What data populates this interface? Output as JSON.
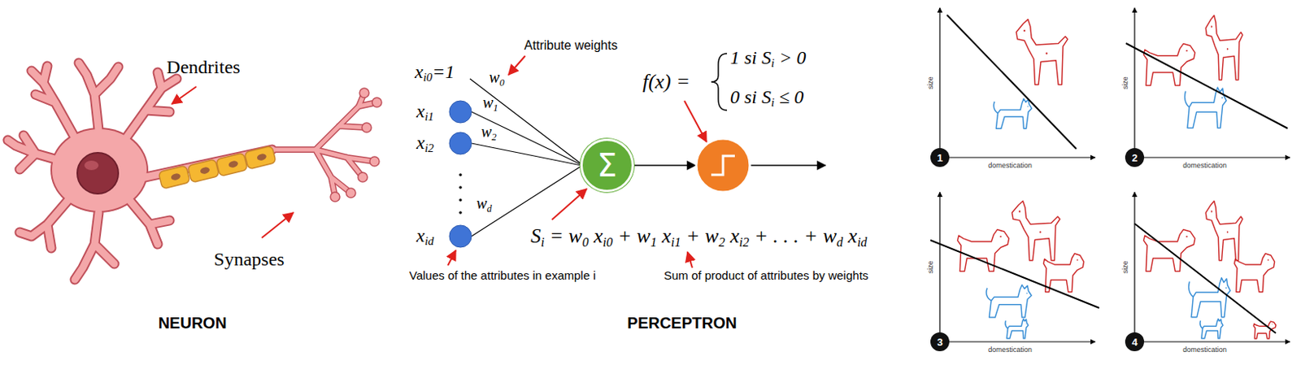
{
  "diagram": {
    "nodes": [
      {
        "text": [
          "Σ"
        ]
      },
      {
        "text": [
          "1"
        ]
      },
      {
        "text": [
          "2"
        ]
      },
      {
        "text": [
          "3"
        ]
      },
      {
        "text": [
          "4"
        ]
      }
    ],
    "labels": [
      "Dendrites",
      "Synapses",
      "NEURON",
      "Attribute weights",
      "xi0=1",
      "w0",
      "xi1",
      "w1",
      "xi2",
      "w2",
      "wd",
      "xid",
      "f(x) =",
      "1 si Si > 0",
      "0 si Si ≤ 0",
      "Si = w0 xi0 + w1 xi1 + w2 xi2 + . . . + wd xid",
      "Values of the attributes in example i",
      "Sum of product of attributes by weights",
      "PERCEPTRON",
      "size",
      "domestication",
      "size",
      "domestication",
      "size",
      "domestication",
      "size",
      "domestication"
    ]
  }
}
